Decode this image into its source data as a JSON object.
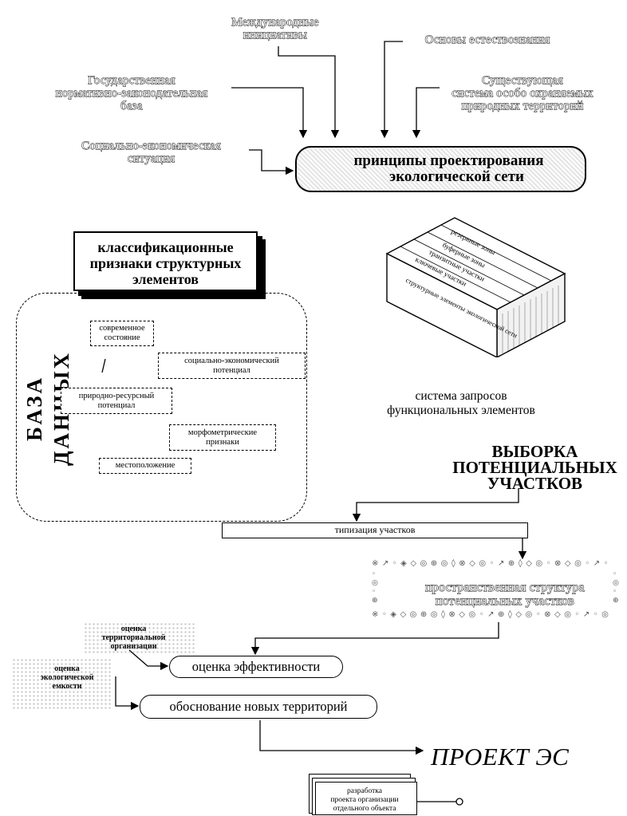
{
  "top_inputs": {
    "international": [
      "Международные",
      "инициативы"
    ],
    "natural_science": [
      "Основы естествознания"
    ],
    "legal_base": [
      "Государственная",
      "нормативно-законодательная",
      "база"
    ],
    "protected_areas": [
      "Существующая",
      "система особо охраняемых",
      "природных территорий"
    ],
    "socio_economic": [
      "Социально-экономическая",
      "ситуация"
    ]
  },
  "principles": [
    "принципы проектирования",
    "экологической сети"
  ],
  "classification": [
    "классификационные",
    "признаки структурных",
    "элементов"
  ],
  "database": {
    "title": "БАЗА ДАННЫХ",
    "modern_state": [
      "современное",
      "состояние"
    ],
    "socio_potential": [
      "социально-экономический",
      "потенциал"
    ],
    "resource_potential": [
      "природно-ресурсный",
      "потенциал"
    ],
    "morphometric": [
      "морфометрические",
      "признаки"
    ],
    "location": "местоположение"
  },
  "book_layers": [
    "резервные зоны",
    "буферные зоны",
    "транзитные участки",
    "ключевые участки",
    "структурные элементы экологической сети"
  ],
  "query": [
    "система запросов",
    "функциональных элементов"
  ],
  "sample": [
    "ВЫБОРКА",
    "ПОТЕНЦИАЛЬНЫХ",
    "УЧАСТКОВ"
  ],
  "typification": "типизация участков",
  "spatial": [
    "пространственная структура",
    "потенциальных участков"
  ],
  "side_labels": {
    "territorial": [
      "оценка",
      "территориальной",
      "организации"
    ],
    "capacity": [
      "оценка",
      "экологической",
      "емкости"
    ]
  },
  "efficiency": "оценка эффективности",
  "new_territories": "обоснование новых территорий",
  "project": "ПРОЕКТ ЭС",
  "development": [
    "разработка",
    "проекта организации",
    "отдельного объекта"
  ]
}
